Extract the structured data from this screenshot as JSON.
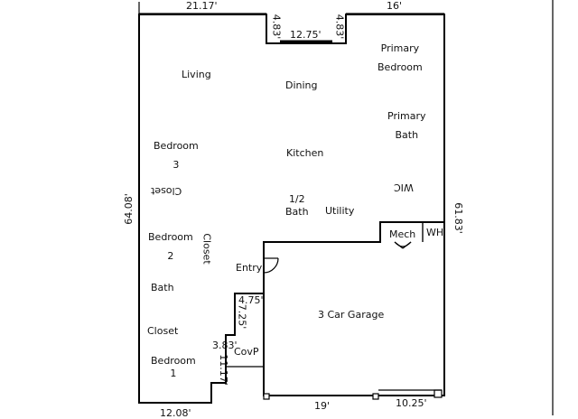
{
  "rooms": {
    "living": "Living",
    "dining": "Dining",
    "primary_bedroom": [
      "Primary",
      "Bedroom"
    ],
    "primary_bath": [
      "Primary",
      "Bath"
    ],
    "bedroom3": [
      "Bedroom",
      "3"
    ],
    "kitchen": "Kitchen",
    "closet_upper": "Closet",
    "wic": "WIC",
    "half_bath": [
      "1/2",
      "Bath"
    ],
    "utility": "Utility",
    "bedroom2": [
      "Bedroom",
      "2"
    ],
    "closet_side": "Closet",
    "mech": "Mech",
    "wh": "WH",
    "entry": "Entry",
    "bath": "Bath",
    "garage": "3 Car Garage",
    "closet_lower": "Closet",
    "covp": "CovP",
    "bedroom1": [
      "Bedroom",
      "1"
    ]
  },
  "dimensions": {
    "top_left": "21.17'",
    "top_right": "16'",
    "bay_width": "12.75'",
    "bay_depth_left": "4.83'",
    "bay_depth_right": "4.83'",
    "left_depth": "64.08'",
    "right_depth": "61.83'",
    "entry_step": "4.75'",
    "entry_depth": "7.25'",
    "covp_step": "3.83'",
    "covp_depth": "11.17'",
    "bottom_left": "12.08'",
    "garage_width": "19'",
    "garage_right": "10.25'"
  }
}
